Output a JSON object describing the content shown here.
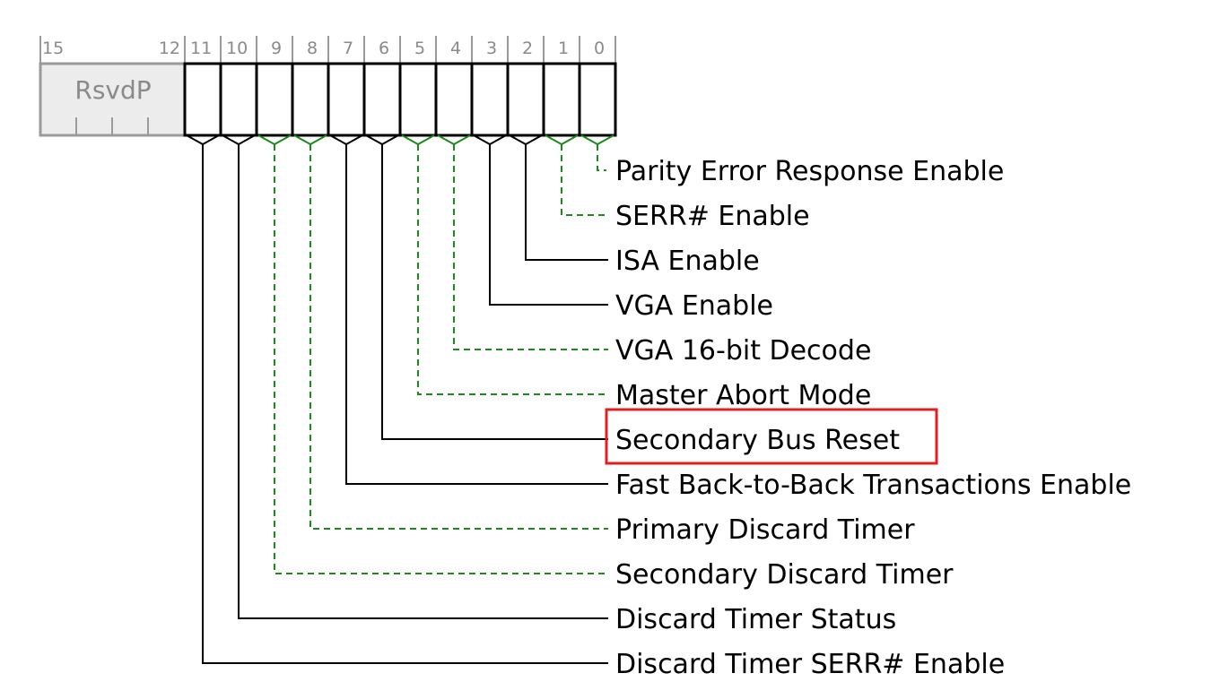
{
  "register": {
    "bit_numbers": [
      "15",
      "12",
      "11",
      "10",
      "9",
      "8",
      "7",
      "6",
      "5",
      "4",
      "3",
      "2",
      "1",
      "0"
    ],
    "reserved_label": "RsvdP"
  },
  "fields": [
    {
      "bit": 0,
      "label": "Parity Error Response Enable",
      "style": "dashed"
    },
    {
      "bit": 1,
      "label": "SERR# Enable",
      "style": "dashed"
    },
    {
      "bit": 2,
      "label": "ISA Enable",
      "style": "solid"
    },
    {
      "bit": 3,
      "label": "VGA Enable",
      "style": "solid"
    },
    {
      "bit": 4,
      "label": "VGA 16-bit Decode",
      "style": "dashed"
    },
    {
      "bit": 5,
      "label": "Master Abort Mode",
      "style": "dashed"
    },
    {
      "bit": 6,
      "label": "Secondary Bus Reset",
      "style": "solid",
      "highlighted": true
    },
    {
      "bit": 7,
      "label": "Fast Back-to-Back Transactions Enable",
      "style": "solid"
    },
    {
      "bit": 8,
      "label": "Primary Discard Timer",
      "style": "dashed"
    },
    {
      "bit": 9,
      "label": "Secondary Discard Timer",
      "style": "dashed"
    },
    {
      "bit": 10,
      "label": "Discard Timer Status",
      "style": "solid"
    },
    {
      "bit": 11,
      "label": "Discard Timer SERR# Enable",
      "style": "solid"
    }
  ],
  "colors": {
    "solid_line": "#000000",
    "dashed_line": "#1a8a1a",
    "reserved_fill": "#ececec",
    "reserved_stroke": "#9a9a9a",
    "highlight": "#e02020"
  }
}
